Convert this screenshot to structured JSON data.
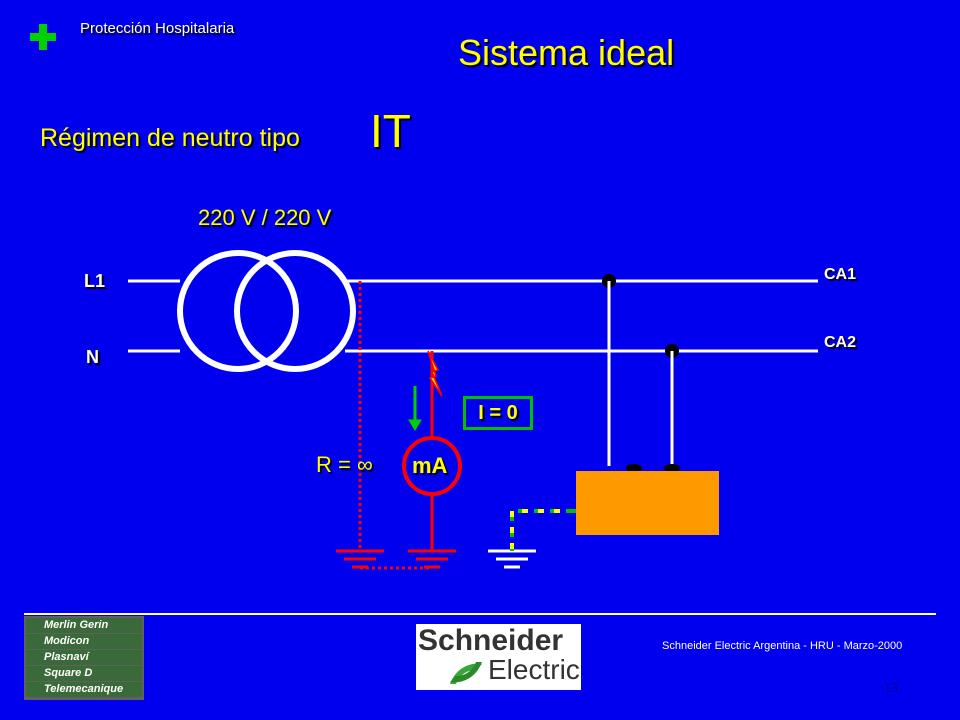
{
  "header": {
    "text": "Protección Hospitalaria"
  },
  "title": "Sistema ideal",
  "subtitle": {
    "text": "Régimen de neutro tipo",
    "suffix": "IT"
  },
  "diagram": {
    "voltage": "220 V / 220 V",
    "line_L1": "L1",
    "line_N": "N",
    "ca1": "CA1",
    "ca2": "CA2",
    "current": "I = 0",
    "resistance": "R = ∞",
    "meter": "mA"
  },
  "footer": {
    "brands": [
      "Merlin Gerin",
      "Modicon",
      "Plasnaví",
      "Square D",
      "Telemecanique"
    ],
    "logo_line1": "Schneider",
    "logo_line2": "Electric",
    "credit": "Schneider Electric Argentina - HRU - Marzo-2000",
    "page": "13"
  },
  "colors": {
    "background": "#0000ee",
    "title": "#ffff00",
    "wire": "#ffffff",
    "fault": "#ff0000",
    "load": "#ff9900",
    "current_box": "#00c000"
  }
}
